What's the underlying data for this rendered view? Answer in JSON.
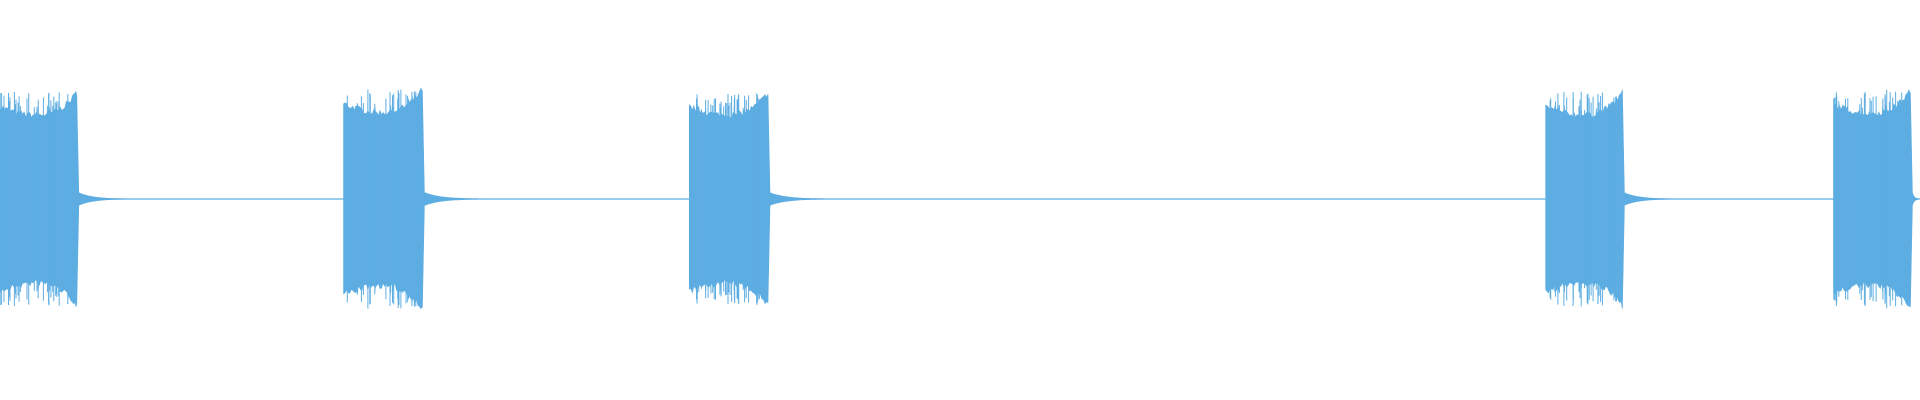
{
  "colors": {
    "background": "#ffffff",
    "waveform": "#5dade2"
  },
  "waveform": {
    "axis": "time",
    "duration_fraction_range": [
      0,
      1
    ],
    "bursts": [
      {
        "start": 0.0,
        "end": 0.04,
        "amplitude": 0.95,
        "decay_end": 0.07
      },
      {
        "start": 0.179,
        "end": 0.22,
        "amplitude": 0.98,
        "decay_end": 0.255
      },
      {
        "start": 0.359,
        "end": 0.4,
        "amplitude": 0.95,
        "decay_end": 0.435
      },
      {
        "start": 0.805,
        "end": 0.845,
        "amplitude": 0.95,
        "decay_end": 0.875
      },
      {
        "start": 0.955,
        "end": 0.995,
        "amplitude": 0.97,
        "decay_end": 1.0
      }
    ],
    "baseline_level": 0.01
  }
}
